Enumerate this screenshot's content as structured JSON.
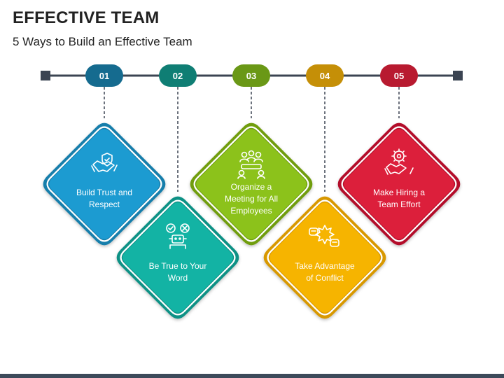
{
  "header": {
    "title": "EFFECTIVE TEAM",
    "subtitle": "5 Ways to Build an Effective Team"
  },
  "steps": [
    {
      "number": "01",
      "label_lines": [
        "Build Trust and",
        "Respect"
      ],
      "icon": "shield-handshake-icon",
      "color": "#1c9bd1",
      "color_dark": "#137eab",
      "pill_color": "#156b8f"
    },
    {
      "number": "02",
      "label_lines": [
        "Be True to Your",
        "Word"
      ],
      "icon": "robot-dialog-icon",
      "color": "#13b3a4",
      "color_dark": "#0c9185",
      "pill_color": "#0f7e74"
    },
    {
      "number": "03",
      "label_lines": [
        "Organize a",
        "Meeting for All",
        "Employees"
      ],
      "icon": "team-meeting-icon",
      "color": "#8cc21b",
      "color_dark": "#6f9d10",
      "pill_color": "#6a9816"
    },
    {
      "number": "04",
      "label_lines": [
        "Take Advantage",
        "of Conflict"
      ],
      "icon": "conflict-fists-icon",
      "color": "#f6b400",
      "color_dark": "#d89800",
      "pill_color": "#c58f07"
    },
    {
      "number": "05",
      "label_lines": [
        "Make Hiring a",
        "Team Effort"
      ],
      "icon": "gear-handshake-icon",
      "color": "#dc1f3b",
      "color_dark": "#b30f2a",
      "pill_color": "#b81a30"
    }
  ]
}
